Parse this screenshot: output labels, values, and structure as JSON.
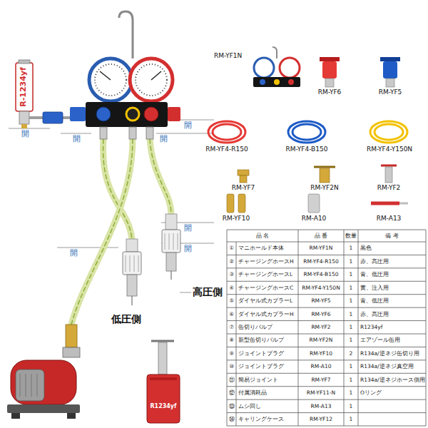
{
  "diagram": {
    "labels": [
      "R-1234yf",
      "開",
      "開",
      "開",
      "開",
      "開",
      "開",
      "開",
      "高圧側",
      "低圧側",
      "R1234yf",
      "RM-YF1N",
      "RM-YF6",
      "RM-YF5",
      "RM-YF4-R150",
      "RM-YF4-B150",
      "RM-YF4-Y150N",
      "RM-YF7",
      "RM-YF2N",
      "RM-YF2",
      "RM-YF10",
      "RM-A10",
      "RM-A13",
      "品 名",
      "品 番",
      "数量",
      "備 考",
      "①",
      "マニホールド本体",
      "RM-YF1N",
      "1",
      "黒色",
      "②",
      "チャージングホースH",
      "RM-YF4-R150",
      "1",
      "赤、高圧用",
      "③",
      "チャージングホースL",
      "RM-YF4-B150",
      "1",
      "青、低圧用",
      "④",
      "チャージングホースC",
      "RM-YF4-Y150N",
      "1",
      "黄、注入用",
      "⑤",
      "ダイヤル式カプラーL",
      "RM-YF5",
      "1",
      "青、低圧用",
      "⑥",
      "ダイヤル式カプラーH",
      "RM-YF6",
      "1",
      "赤、高圧用",
      "⑦",
      "缶切りバルブ",
      "RM-YF2",
      "1",
      "R1234yf",
      "⑧",
      "新型缶切りバルブ",
      "RM-YF2N",
      "1",
      "エアゾール缶用",
      "⑨",
      "ジョイントプラグ",
      "RM-YF10",
      "2",
      "R134a/逆ネジ缶切り用",
      "⑩",
      "ジョイントプラグ",
      "RM-A10",
      "1",
      "R134a/逆ネジ真空用",
      "⑪",
      "簡易ジョイント",
      "RM-YF7",
      "1",
      "R134a/逆ネジホース側用",
      "⑫",
      "付属消耗品",
      "RM-YF11-N",
      "1",
      "Oリング",
      "⑬",
      "ムシ回し",
      "RM-A13",
      "1",
      "⑭",
      "キャリングケース",
      "RM-YF12",
      "1"
    ]
  }
}
